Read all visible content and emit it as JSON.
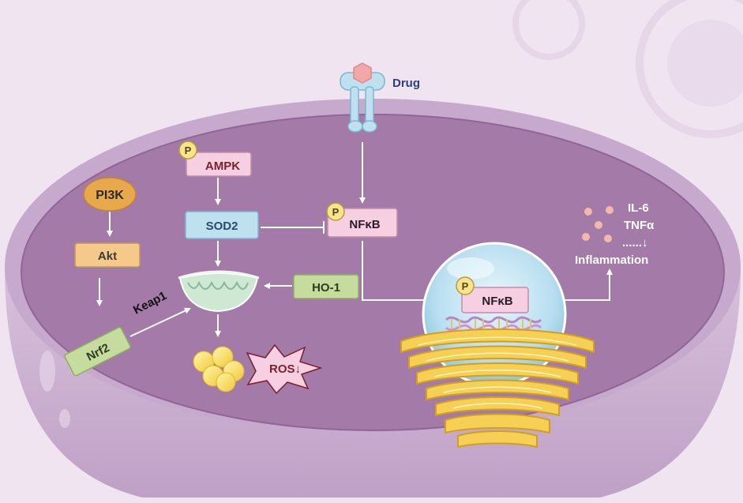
{
  "labels": {
    "drug": "Drug",
    "ampk": "AMPK",
    "phospho": "P",
    "pi3k": "PI3K",
    "sod2": "SOD2",
    "nfkb": "NFκB",
    "akt": "Akt",
    "keap1": "Keap1",
    "nrf2": "Nrf2",
    "ho1": "HO-1",
    "ros": "ROS↓",
    "il6": "IL-6",
    "tnfa": "TNFα",
    "dots": "......↓",
    "inflammation": "Inflammation"
  },
  "colors": {
    "background": "#efe4ef",
    "cell_interior": "#a37aa8",
    "cell_wall": "#c9aed0",
    "green_box": "#c6dc9e",
    "orange_box": "#f4c98a",
    "blue_box": "#bfe0ef",
    "pink_box": "#f6cfe0",
    "arrow": "#ffffff",
    "phospho_circle": "#f7e48c"
  },
  "icons": [
    "receptor-icon",
    "mitochondrion-icon",
    "nucleus-icon",
    "dna-icon",
    "golgi-icon",
    "lipid-droplet-icon",
    "cytokine-dots-icon"
  ]
}
